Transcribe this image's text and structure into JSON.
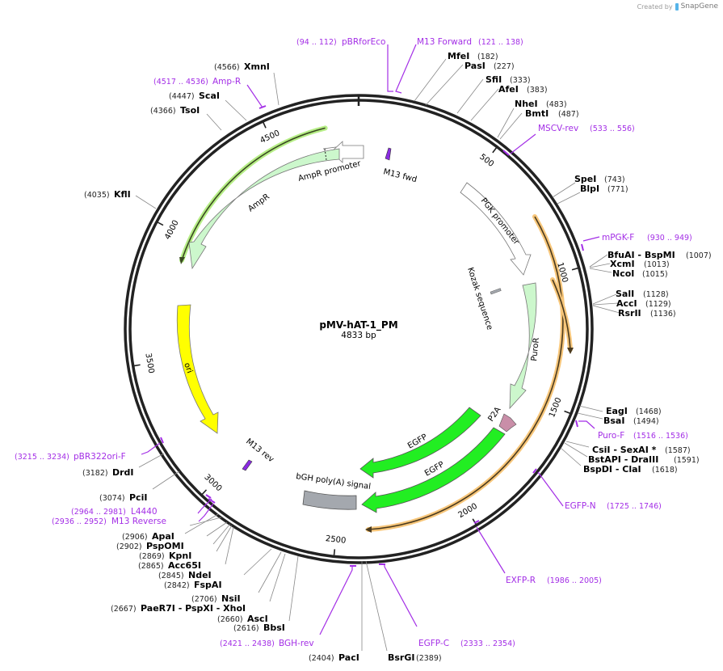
{
  "credit": {
    "prefix": "Created by",
    "brand": "SnapGene"
  },
  "plasmid": {
    "name": "pMV-hAT-1_PM",
    "length_label": "4833 bp",
    "length": 4833
  },
  "colors": {
    "backbone": "#222222",
    "primer": "#a32ee6",
    "ampr": "#ccf7cc",
    "puror": "#ccf7cc",
    "egfp": "#22ee22",
    "ori": "#ffff00",
    "p2a": "#c98ea8",
    "bgh": "#a4a8ae",
    "orf_orange": "#f7c67a",
    "orf_green": "#a4e86a"
  },
  "ticks": [
    {
      "pos": 500,
      "label": "500"
    },
    {
      "pos": 1000,
      "label": "1000"
    },
    {
      "pos": 1500,
      "label": "1500"
    },
    {
      "pos": 2000,
      "label": "2000"
    },
    {
      "pos": 2500,
      "label": "2500"
    },
    {
      "pos": 3000,
      "label": "3000"
    },
    {
      "pos": 3500,
      "label": "3500"
    },
    {
      "pos": 4000,
      "label": "4000"
    },
    {
      "pos": 4500,
      "label": "4500"
    }
  ],
  "features": [
    {
      "name": "AmpR promoter",
      "start": 4547,
      "end": 4651,
      "type": "promoter",
      "dir": -1
    },
    {
      "name": "AmpR",
      "start": 3686,
      "end": 4546,
      "type": "gene",
      "dir": -1
    },
    {
      "name": "M13 fwd",
      "start": 109,
      "end": 125,
      "type": "primer_bind"
    },
    {
      "name": "PGK promoter",
      "start": 520,
      "end": 1020,
      "type": "promoter",
      "dir": 1
    },
    {
      "name": "Kozak sequence",
      "start": 1027,
      "end": 1036,
      "type": "misc"
    },
    {
      "name": "PuroR",
      "start": 1037,
      "end": 1636,
      "type": "gene",
      "dir": 1
    },
    {
      "name": "P2A",
      "start": 1637,
      "end": 1693,
      "type": "misc",
      "dir": 1
    },
    {
      "name": "EGFP",
      "start": 1694,
      "end": 2413,
      "type": "gene",
      "dir": 1
    },
    {
      "name": "EGFP",
      "start": 1750,
      "end": 2350,
      "type": "gene",
      "dir": 1
    },
    {
      "name": "bGH poly(A) signal",
      "start": 2440,
      "end": 2664,
      "type": "polyA"
    },
    {
      "name": "M13 rev",
      "start": 2930,
      "end": 2946,
      "type": "primer_bind"
    },
    {
      "name": "ori",
      "start": 3140,
      "end": 3728,
      "type": "rep_origin",
      "dir": -1
    }
  ],
  "enzymes": [
    {
      "name": "XmnI",
      "pos": "(4566)",
      "side": "left"
    },
    {
      "name": "ScaI",
      "pos": "(4447)",
      "side": "left"
    },
    {
      "name": "TsoI",
      "pos": "(4366)",
      "side": "left"
    },
    {
      "name": "KflI",
      "pos": "(4035)",
      "side": "left"
    },
    {
      "name": "MfeI",
      "pos": "(182)",
      "side": "right"
    },
    {
      "name": "PasI",
      "pos": "(227)",
      "side": "right"
    },
    {
      "name": "SfiI",
      "pos": "(333)",
      "side": "right"
    },
    {
      "name": "AfeI",
      "pos": "(383)",
      "side": "right"
    },
    {
      "name": "NheI",
      "pos": "(483)",
      "side": "right"
    },
    {
      "name": "BmtI",
      "pos": "(487)",
      "side": "right"
    },
    {
      "name": "SpeI",
      "pos": "(743)",
      "side": "right"
    },
    {
      "name": "BlpI",
      "pos": "(771)",
      "side": "right"
    },
    {
      "name": "BfuAI - BspMI",
      "pos": "(1007)",
      "side": "right"
    },
    {
      "name": "XcmI",
      "pos": "(1013)",
      "side": "right"
    },
    {
      "name": "NcoI",
      "pos": "(1015)",
      "side": "right"
    },
    {
      "name": "SalI",
      "pos": "(1128)",
      "side": "right"
    },
    {
      "name": "AccI",
      "pos": "(1129)",
      "side": "right"
    },
    {
      "name": "RsrII",
      "pos": "(1136)",
      "side": "right"
    },
    {
      "name": "EagI",
      "pos": "(1468)",
      "side": "right"
    },
    {
      "name": "BsaI",
      "pos": "(1494)",
      "side": "right"
    },
    {
      "name": "CsiI - SexAI *",
      "pos": "(1587)",
      "side": "right"
    },
    {
      "name": "BstAPI - DraIII",
      "pos": "(1591)",
      "side": "right"
    },
    {
      "name": "BspDI - ClaI",
      "pos": "(1618)",
      "side": "right"
    },
    {
      "name": "BsrGI",
      "pos": "(2389)",
      "side": "right"
    },
    {
      "name": "PacI",
      "pos": "(2404)",
      "side": "left"
    },
    {
      "name": "BbsI",
      "pos": "(2616)",
      "side": "left"
    },
    {
      "name": "AscI",
      "pos": "(2660)",
      "side": "left"
    },
    {
      "name": "PaeR7I - PspXI - XhoI",
      "pos": "(2667)",
      "side": "left"
    },
    {
      "name": "NsiI",
      "pos": "(2706)",
      "side": "left"
    },
    {
      "name": "FspAI",
      "pos": "(2842)",
      "side": "left"
    },
    {
      "name": "NdeI",
      "pos": "(2845)",
      "side": "left"
    },
    {
      "name": "Acc65I",
      "pos": "(2865)",
      "side": "left"
    },
    {
      "name": "KpnI",
      "pos": "(2869)",
      "side": "left"
    },
    {
      "name": "PspOMI",
      "pos": "(2902)",
      "side": "left"
    },
    {
      "name": "ApaI",
      "pos": "(2906)",
      "side": "left"
    },
    {
      "name": "PciI",
      "pos": "(3074)",
      "side": "left"
    },
    {
      "name": "DrdI",
      "pos": "(3182)",
      "side": "left"
    }
  ],
  "primers": [
    {
      "name": "pBRforEco",
      "range": "(94 .. 112)",
      "side": "left"
    },
    {
      "name": "M13 Forward",
      "range": "(121 .. 138)",
      "side": "right"
    },
    {
      "name": "Amp-R",
      "range": "(4517 .. 4536)",
      "side": "left"
    },
    {
      "name": "MSCV-rev",
      "range": "(533 .. 556)",
      "side": "right"
    },
    {
      "name": "mPGK-F",
      "range": "(930 .. 949)",
      "side": "right"
    },
    {
      "name": "Puro-F",
      "range": "(1516 .. 1536)",
      "side": "right"
    },
    {
      "name": "EGFP-N",
      "range": "(1725 .. 1746)",
      "side": "right"
    },
    {
      "name": "EXFP-R",
      "range": "(1986 .. 2005)",
      "side": "right"
    },
    {
      "name": "EGFP-C",
      "range": "(2333 .. 2354)",
      "side": "right"
    },
    {
      "name": "BGH-rev",
      "range": "(2421 .. 2438)",
      "side": "left"
    },
    {
      "name": "M13 Reverse",
      "range": "(2936 .. 2952)",
      "side": "left"
    },
    {
      "name": "L4440",
      "range": "(2964 .. 2981)",
      "side": "left"
    },
    {
      "name": "pBR322ori-F",
      "range": "(3215 .. 3234)",
      "side": "left"
    }
  ]
}
